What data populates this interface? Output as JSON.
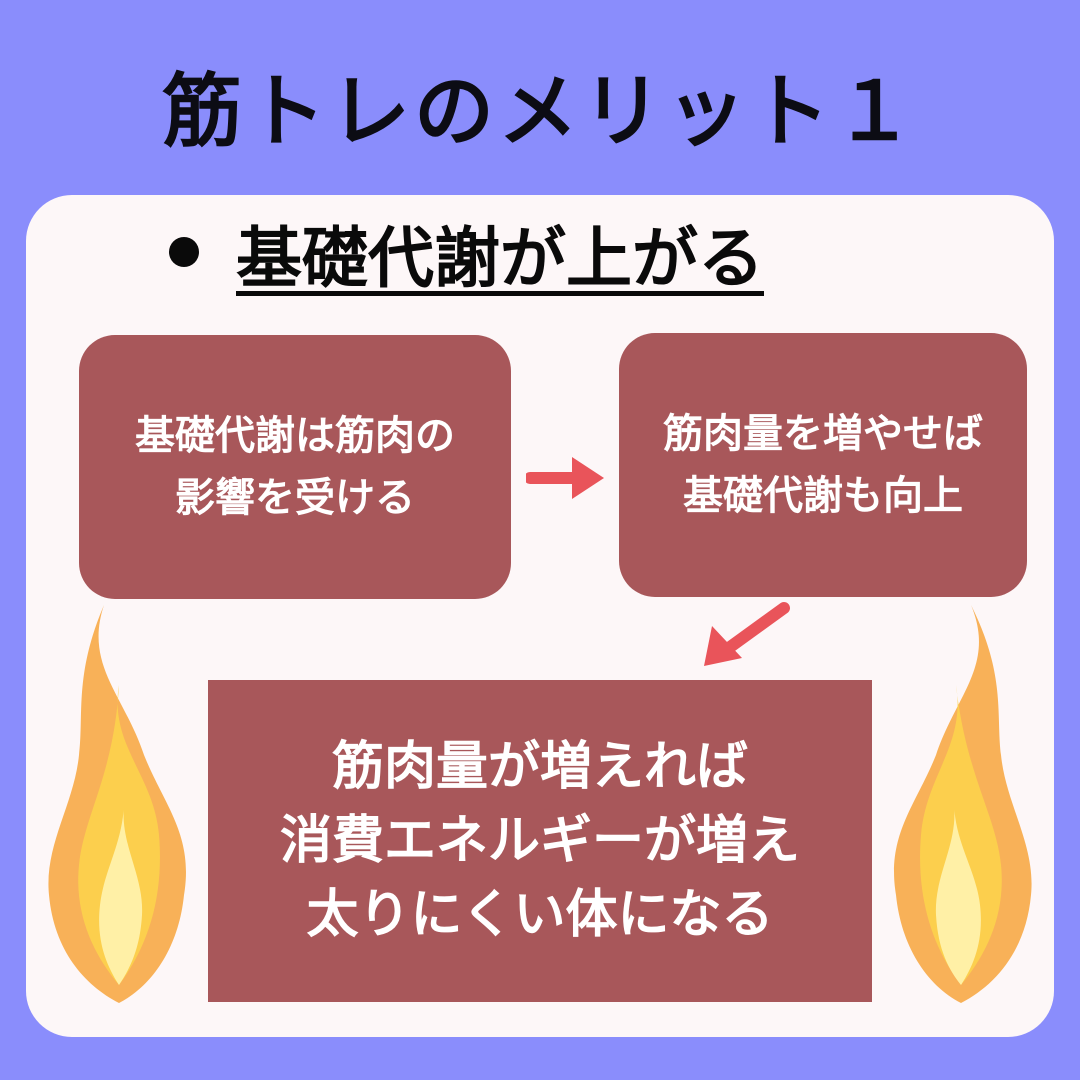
{
  "title": "筋トレのメリット１",
  "card": {
    "heading": "基礎代謝が上がる",
    "box1": {
      "line1": "基礎代謝は筋肉の",
      "line2": "影響を受ける"
    },
    "box2": {
      "line1": "筋肉量を増やせば",
      "line2": "基礎代謝も向上"
    },
    "box3": {
      "line1": "筋肉量が増えれば",
      "line2": "消費エネルギーが増え",
      "line3": "太りにくい体になる"
    }
  },
  "colors": {
    "background": "#8a8dfc",
    "card": "#fdf7f8",
    "box": "#a8575a",
    "arrow": "#e9545a"
  },
  "icons": {
    "right_arrow": "right-arrow-icon",
    "down_left_arrow": "down-left-arrow-icon",
    "flame": "flame-icon"
  }
}
